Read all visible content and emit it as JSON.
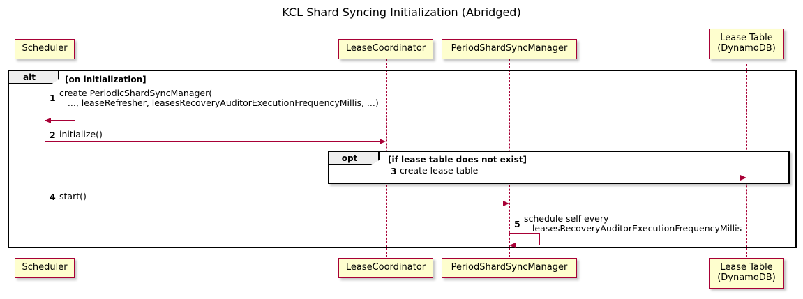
{
  "diagram": {
    "title": "KCL Shard Syncing Initialization (Abridged)",
    "type": "sequence-diagram",
    "colors": {
      "participant_fill": "#FEFECE",
      "participant_border": "#A80036",
      "lifeline": "#A80036",
      "arrow": "#A80036",
      "fragment_border": "#000000",
      "fragment_tab_fill": "#EEEEEE"
    }
  },
  "participants": [
    {
      "id": "scheduler",
      "label": "Scheduler"
    },
    {
      "id": "lease_coordinator",
      "label": "LeaseCoordinator"
    },
    {
      "id": "period_shard_sync_manager",
      "label": "PeriodShardSyncManager"
    },
    {
      "id": "lease_table",
      "label": "Lease Table\n(DynamoDB)"
    }
  ],
  "fragments": [
    {
      "id": "alt",
      "keyword": "alt",
      "guard": "[on initialization]"
    },
    {
      "id": "opt",
      "keyword": "opt",
      "guard": "[if lease table does not exist]"
    }
  ],
  "messages": [
    {
      "number": "1",
      "from": "scheduler",
      "to": "scheduler",
      "self": true,
      "text": "create PeriodicShardSyncManager(\n   ..., leaseRefresher, leasesRecoveryAuditorExecutionFrequencyMillis, ...)"
    },
    {
      "number": "2",
      "from": "scheduler",
      "to": "lease_coordinator",
      "self": false,
      "text": "initialize()"
    },
    {
      "number": "3",
      "from": "lease_coordinator",
      "to": "lease_table",
      "self": false,
      "text": "create lease table"
    },
    {
      "number": "4",
      "from": "scheduler",
      "to": "period_shard_sync_manager",
      "self": false,
      "text": "start()"
    },
    {
      "number": "5",
      "from": "period_shard_sync_manager",
      "to": "period_shard_sync_manager",
      "self": true,
      "text": "schedule self every\n   leasesRecoveryAuditorExecutionFrequencyMillis"
    }
  ]
}
